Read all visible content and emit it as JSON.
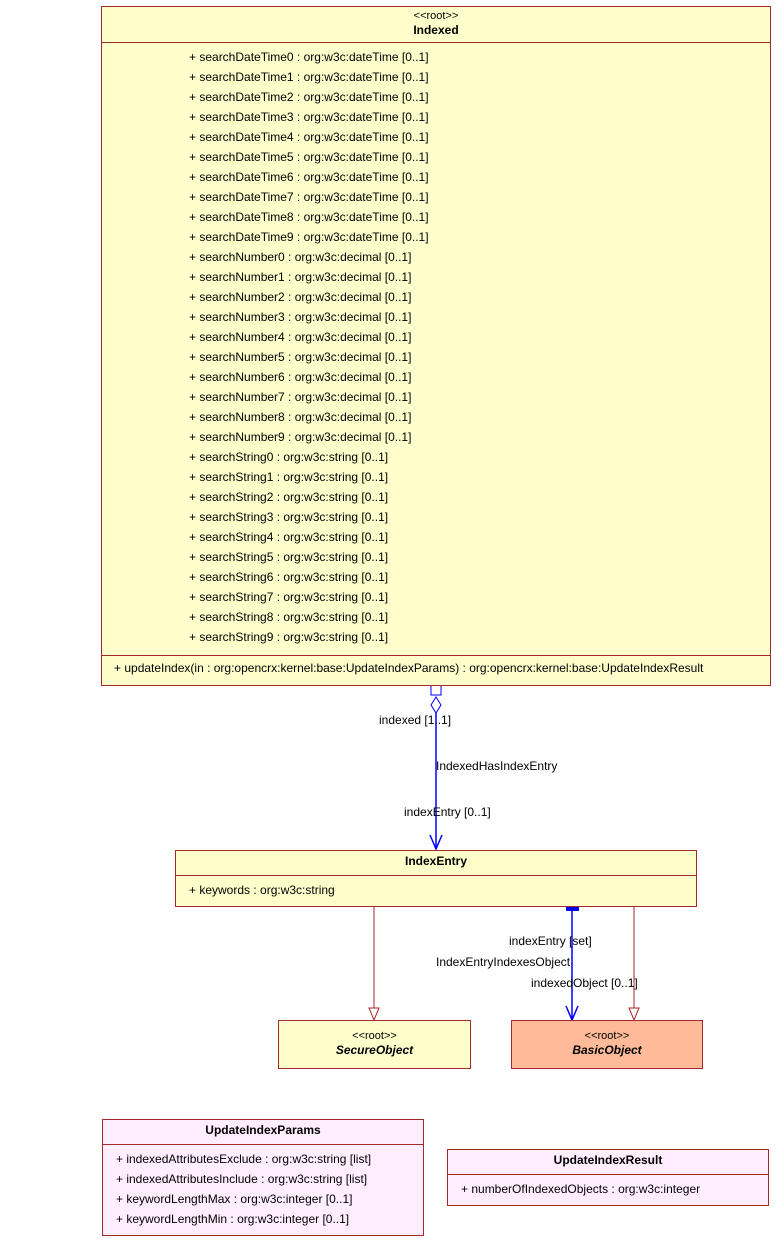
{
  "indexed": {
    "stereotype": "<<root>>",
    "name": "Indexed",
    "attributes": [
      "+ searchDateTime0 : org:w3c:dateTime [0..1]",
      "+ searchDateTime1 : org:w3c:dateTime [0..1]",
      "+ searchDateTime2 : org:w3c:dateTime [0..1]",
      "+ searchDateTime3 : org:w3c:dateTime [0..1]",
      "+ searchDateTime4 : org:w3c:dateTime [0..1]",
      "+ searchDateTime5 : org:w3c:dateTime [0..1]",
      "+ searchDateTime6 : org:w3c:dateTime [0..1]",
      "+ searchDateTime7 : org:w3c:dateTime [0..1]",
      "+ searchDateTime8 : org:w3c:dateTime [0..1]",
      "+ searchDateTime9 : org:w3c:dateTime [0..1]",
      "+ searchNumber0 : org:w3c:decimal [0..1]",
      "+ searchNumber1 : org:w3c:decimal [0..1]",
      "+ searchNumber2 : org:w3c:decimal [0..1]",
      "+ searchNumber3 : org:w3c:decimal [0..1]",
      "+ searchNumber4 : org:w3c:decimal [0..1]",
      "+ searchNumber5 : org:w3c:decimal [0..1]",
      "+ searchNumber6 : org:w3c:decimal [0..1]",
      "+ searchNumber7 : org:w3c:decimal [0..1]",
      "+ searchNumber8 : org:w3c:decimal [0..1]",
      "+ searchNumber9 : org:w3c:decimal [0..1]",
      "+ searchString0 : org:w3c:string [0..1]",
      "+ searchString1 : org:w3c:string [0..1]",
      "+ searchString2 : org:w3c:string [0..1]",
      "+ searchString3 : org:w3c:string [0..1]",
      "+ searchString4 : org:w3c:string [0..1]",
      "+ searchString5 : org:w3c:string [0..1]",
      "+ searchString6 : org:w3c:string [0..1]",
      "+ searchString7 : org:w3c:string [0..1]",
      "+ searchString8 : org:w3c:string [0..1]",
      "+ searchString9 : org:w3c:string [0..1]"
    ],
    "operation": "+ updateIndex(in : org:opencrx:kernel:base:UpdateIndexParams) : org:opencrx:kernel:base:UpdateIndexResult"
  },
  "index_entry": {
    "name": "IndexEntry",
    "attribute": "+ keywords : org:w3c:string"
  },
  "secure_object": {
    "stereotype": "<<root>>",
    "name": "SecureObject"
  },
  "basic_object": {
    "stereotype": "<<root>>",
    "name": "BasicObject"
  },
  "update_index_params": {
    "name": "UpdateIndexParams",
    "attributes": [
      "+ indexedAttributesExclude : org:w3c:string [list]",
      "+ indexedAttributesInclude : org:w3c:string [list]",
      "+ keywordLengthMax : org:w3c:integer [0..1]",
      "+ keywordLengthMin : org:w3c:integer [0..1]"
    ]
  },
  "update_index_result": {
    "name": "UpdateIndexResult",
    "attribute": "+ numberOfIndexedObjects : org:w3c:integer"
  },
  "assoc_indexed_has_index_entry": {
    "name": "IndexedHasIndexEntry",
    "end_source": "indexed [1..1]",
    "end_target": "indexEntry [0..1]"
  },
  "assoc_index_entry_indexes_object": {
    "name": "IndexEntryIndexesObject",
    "end_source": "indexEntry [set]",
    "end_target": "indexedObject [0..1]"
  },
  "colors": {
    "class_border": "#a52a2a",
    "class_fill": "#ffffcc",
    "struct_fill": "#ffeeff",
    "highlight_fill": "#ffbb99",
    "association": "#0000ff"
  }
}
